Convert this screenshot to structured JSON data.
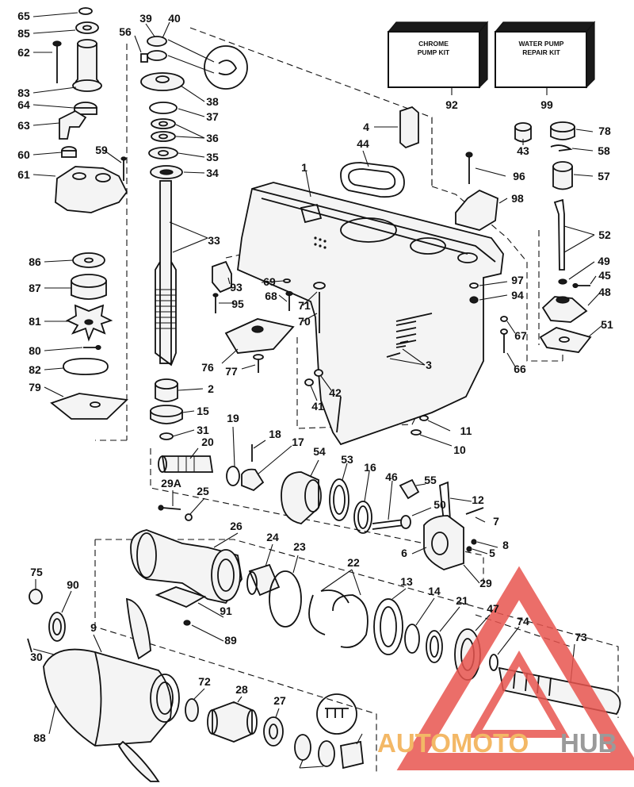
{
  "diagram": {
    "kits": [
      {
        "label_line1": "CHROME",
        "label_line2": "PUMP KIT",
        "number": "92"
      },
      {
        "label_line1": "WATER PUMP",
        "label_line2": "REPAIR KIT",
        "number": "99"
      }
    ],
    "callouts": [
      "65",
      "85",
      "62",
      "83",
      "64",
      "63",
      "60",
      "59",
      "61",
      "56",
      "39",
      "40",
      "38",
      "37",
      "36",
      "35",
      "34",
      "33",
      "86",
      "87",
      "81",
      "80",
      "82",
      "79",
      "2",
      "15",
      "31",
      "20",
      "19",
      "18",
      "17",
      "93",
      "95",
      "69",
      "68",
      "71",
      "70",
      "76",
      "77",
      "1",
      "4",
      "44",
      "43",
      "78",
      "58",
      "57",
      "96",
      "98",
      "52",
      "49",
      "45",
      "48",
      "51",
      "97",
      "94",
      "67",
      "66",
      "3",
      "42",
      "41",
      "11",
      "10",
      "54",
      "53",
      "16",
      "46",
      "55",
      "12",
      "50",
      "7",
      "8",
      "5",
      "6",
      "29",
      "29A",
      "25",
      "26",
      "24",
      "23",
      "22",
      "13",
      "14",
      "21",
      "47",
      "74",
      "73",
      "75",
      "90",
      "30",
      "9",
      "88",
      "91",
      "89",
      "72",
      "28",
      "27"
    ]
  },
  "watermark": {
    "part1": "AUTOMOTO",
    "part2": "HUB",
    "triangle_color": "#e7554f",
    "text_color_auto": "#f3b866",
    "text_color_hub": "#9a9a9a"
  }
}
